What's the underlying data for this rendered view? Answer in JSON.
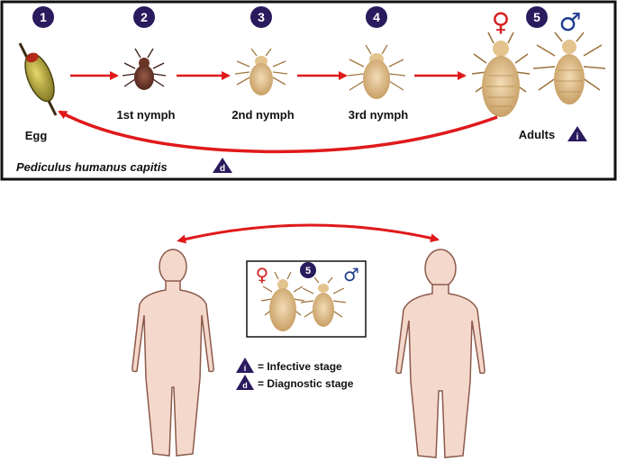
{
  "lifecycle": {
    "steps": [
      {
        "number": "1",
        "label": "Egg"
      },
      {
        "number": "2",
        "label": "1st nymph"
      },
      {
        "number": "3",
        "label": "2nd nymph"
      },
      {
        "number": "4",
        "label": "3rd nymph"
      },
      {
        "number": "5",
        "label": "Adults"
      }
    ],
    "species": "Pediculus humanus capitis",
    "species_stage_letter": "d",
    "adults_stage_letter": "i",
    "female_symbol": "♀",
    "male_symbol": "♂"
  },
  "transmission": {
    "inset_number": "5",
    "female_symbol": "♀",
    "male_symbol": "♂"
  },
  "legend": {
    "items": [
      {
        "letter": "i",
        "text": "= Infective stage"
      },
      {
        "letter": "d",
        "text": "= Diagnostic stage"
      }
    ]
  },
  "colors": {
    "badge": "#2a1a5e",
    "arrow": "#e0191b",
    "female": "#d42020",
    "male": "#1f3f8f",
    "skin": "#f5d8cc",
    "skin_stroke": "#8b5a4a"
  }
}
